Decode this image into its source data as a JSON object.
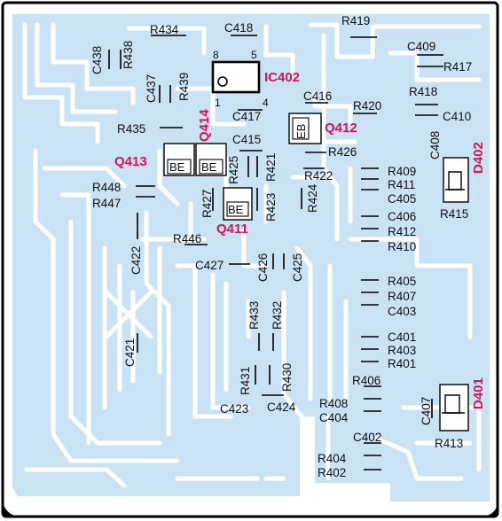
{
  "colors": {
    "board_fill": "#c9e3f4",
    "trace": "#ffffff",
    "outline": "#000000",
    "highlight": "#d4145a",
    "ink": "#111111"
  },
  "ic": {
    "name": "IC402",
    "pins": [
      "8",
      "5",
      "1",
      "4"
    ]
  },
  "transistors": [
    {
      "name": "Q411",
      "pins": "BE"
    },
    {
      "name": "Q412",
      "pins": "EB"
    },
    {
      "name": "Q413",
      "pins": "BE"
    },
    {
      "name": "Q414",
      "pins": "BE"
    }
  ],
  "diodes": [
    "D401",
    "D402"
  ],
  "labels": {
    "R434": "R434",
    "C418": "C418",
    "R419": "R419",
    "C409": "C409",
    "R417": "R417",
    "C438": "C438",
    "R438": "R438",
    "C437": "C437",
    "R439": "R439",
    "R435": "R435",
    "C416": "C416",
    "C417": "C417",
    "R420": "R420",
    "R418": "R418",
    "C410": "C410",
    "C415": "C415",
    "C408": "C408",
    "R425": "R425",
    "R421": "R421",
    "R426": "R426",
    "R422": "R422",
    "R409": "R409",
    "R411": "R411",
    "C405": "C405",
    "R415": "R415",
    "R448": "R448",
    "R447": "R447",
    "R427": "R427",
    "R423": "R423",
    "R424": "R424",
    "C406": "C406",
    "R412": "R412",
    "R410": "R410",
    "C422": "C422",
    "R446": "R446",
    "C427": "C427",
    "C426": "C426",
    "C425": "C425",
    "R405": "R405",
    "R407": "R407",
    "C403": "C403",
    "R433": "R433",
    "R432": "R432",
    "C401": "C401",
    "R403": "R403",
    "R401": "R401",
    "C421": "C421",
    "R431": "R431",
    "R430": "R430",
    "R406": "R406",
    "C423": "C423",
    "C424": "C424",
    "R408": "R408",
    "C404": "C404",
    "C407": "C407",
    "C402": "C402",
    "R413": "R413",
    "R404": "R404",
    "R402": "R402"
  }
}
